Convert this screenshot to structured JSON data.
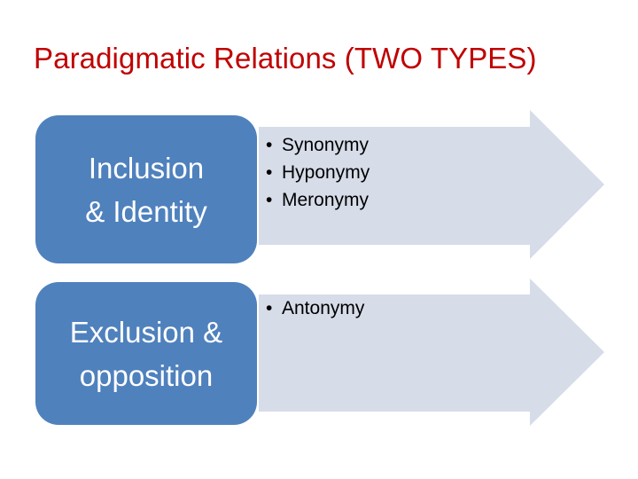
{
  "slide": {
    "title": "Paradigmatic Relations (TWO TYPES)",
    "title_color": "#C00000",
    "background_color": "#FFFFFF",
    "box_color": "#4F81BD",
    "arrow_color": "#D6DCE8",
    "box_text_color": "#FFFFFF",
    "bullet_text_color": "#000000",
    "bullet_glyph": "•"
  },
  "rows": [
    {
      "box": {
        "line1": "Inclusion",
        "line2": "& Identity"
      },
      "arrow": {
        "name": "right-arrow-shape",
        "bullets": [
          "Synonymy",
          "Hyponymy",
          "Meronymy"
        ]
      }
    },
    {
      "box": {
        "line1": "Exclusion &",
        "line2": "opposition"
      },
      "arrow": {
        "name": "right-arrow-shape",
        "bullets": [
          "Antonymy"
        ]
      }
    }
  ]
}
